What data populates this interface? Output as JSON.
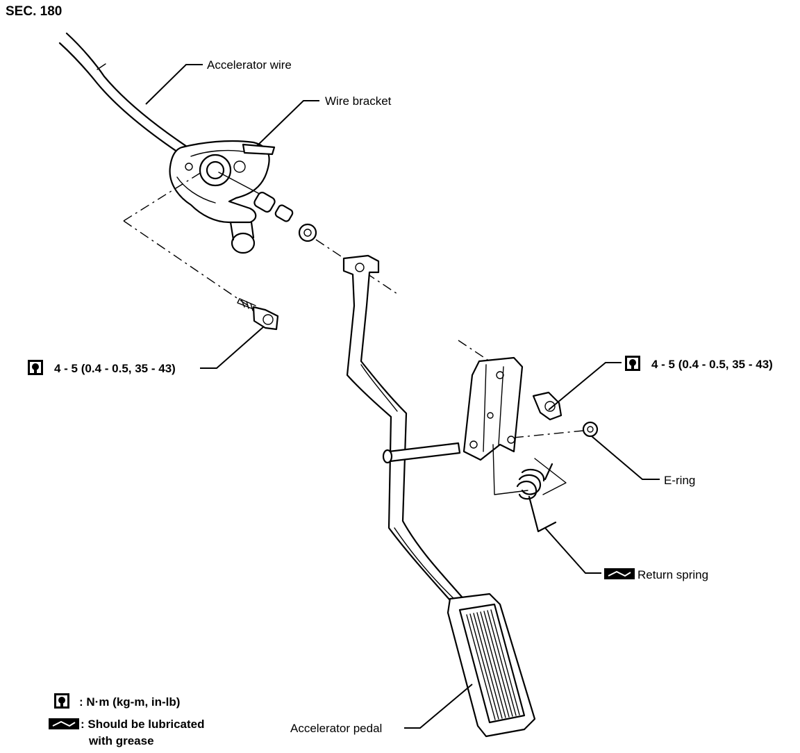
{
  "section": "SEC. 180",
  "labels": {
    "accelerator_wire": "Accelerator wire",
    "wire_bracket": "Wire bracket",
    "torque_left": "4 - 5 (0.4 - 0.5, 35 - 43)",
    "torque_right": "4 - 5 (0.4 - 0.5, 35 - 43)",
    "e_ring": "E-ring",
    "return_spring": "Return spring",
    "accelerator_pedal": "Accelerator pedal"
  },
  "legend": {
    "torque_unit": ": N·m (kg-m, in-lb)",
    "grease_line1": ": Should be lubricated",
    "grease_line2": "with grease"
  },
  "icons": {
    "torque": "torque-wrench-icon",
    "grease": "grease-icon"
  }
}
